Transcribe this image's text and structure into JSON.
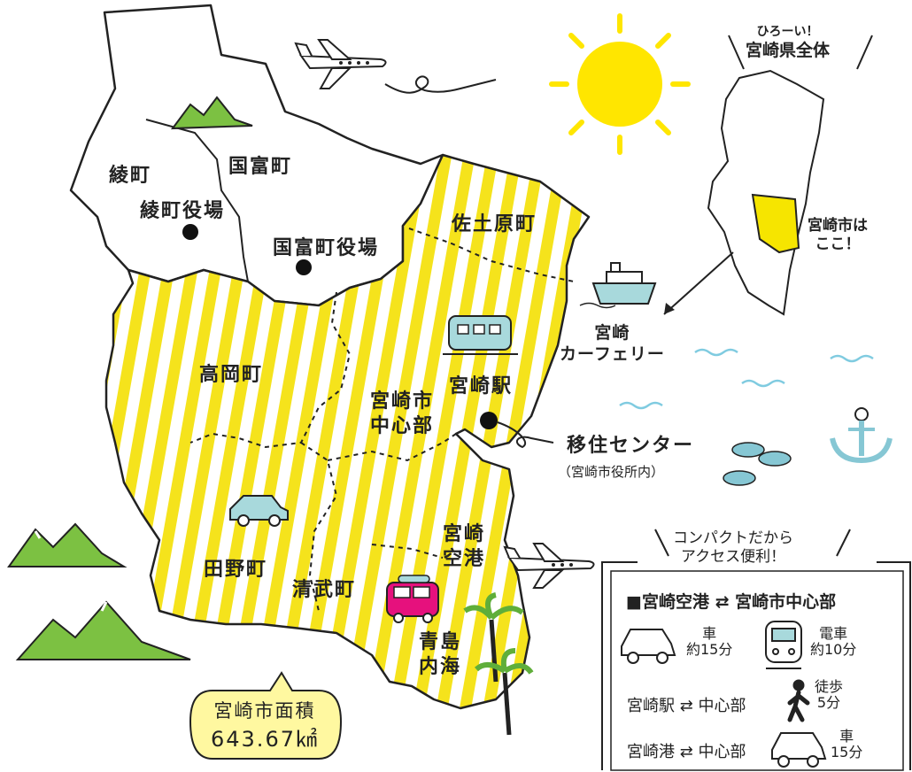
{
  "map": {
    "towns": {
      "aya": "綾町",
      "kunitomi": "国富町",
      "aya_office": "綾町役場",
      "kunitomi_office": "国富町役場",
      "sadowara": "佐土原町",
      "takaoka": "高岡町",
      "tano": "田野町",
      "kiyotake": "清武町"
    },
    "places": {
      "miyazaki_station": "宮崎駅",
      "city_center": [
        "宮崎市",
        "中心部"
      ],
      "airport": [
        "宮崎",
        "空港"
      ],
      "aoshima": [
        "青島",
        "内海"
      ],
      "ferry": [
        "宮崎",
        "カーフェリー"
      ],
      "migration_center": "移住センター",
      "migration_center_sub": "（宮崎市役所内）"
    },
    "prefecture": {
      "tagline": [
        "ひろーい！",
        "宮崎県全体"
      ],
      "here_label": [
        "宮崎市は",
        "ここ！"
      ]
    },
    "area": {
      "label": "宮崎市面積",
      "value": "643.67㎢"
    },
    "colors": {
      "stripe_yellow": "#f5e31c",
      "highlight_yellow": "#f6e500",
      "sun_yellow": "#ffe600",
      "mountain_green": "#7cc142",
      "bus_pink": "#e6117d",
      "car_blue": "#a8d9dc",
      "sea_blue": "#7fcbe0",
      "anchor_blue": "#86c7d4"
    },
    "icons": [
      "airplane-icon",
      "sun-icon",
      "ship-icon",
      "train-icon",
      "car-icon",
      "bus-icon",
      "fish-icon",
      "anchor-icon",
      "palm-tree-icon",
      "mountain-icon",
      "walking-person-icon"
    ]
  },
  "access": {
    "tagline": [
      "コンパクトだから",
      "アクセス便利！"
    ],
    "title": "■宮崎空港 ⇄ 宮崎市中心部",
    "car_label": "車",
    "car_time": "約15分",
    "train_label": "電車",
    "train_time": "約10分",
    "walk_route": "宮崎駅 ⇄ 中心部",
    "walk_label": "徒歩",
    "walk_time": "5分",
    "port_route": "宮崎港 ⇄ 中心部",
    "port_label": "車",
    "port_time": "15分"
  }
}
